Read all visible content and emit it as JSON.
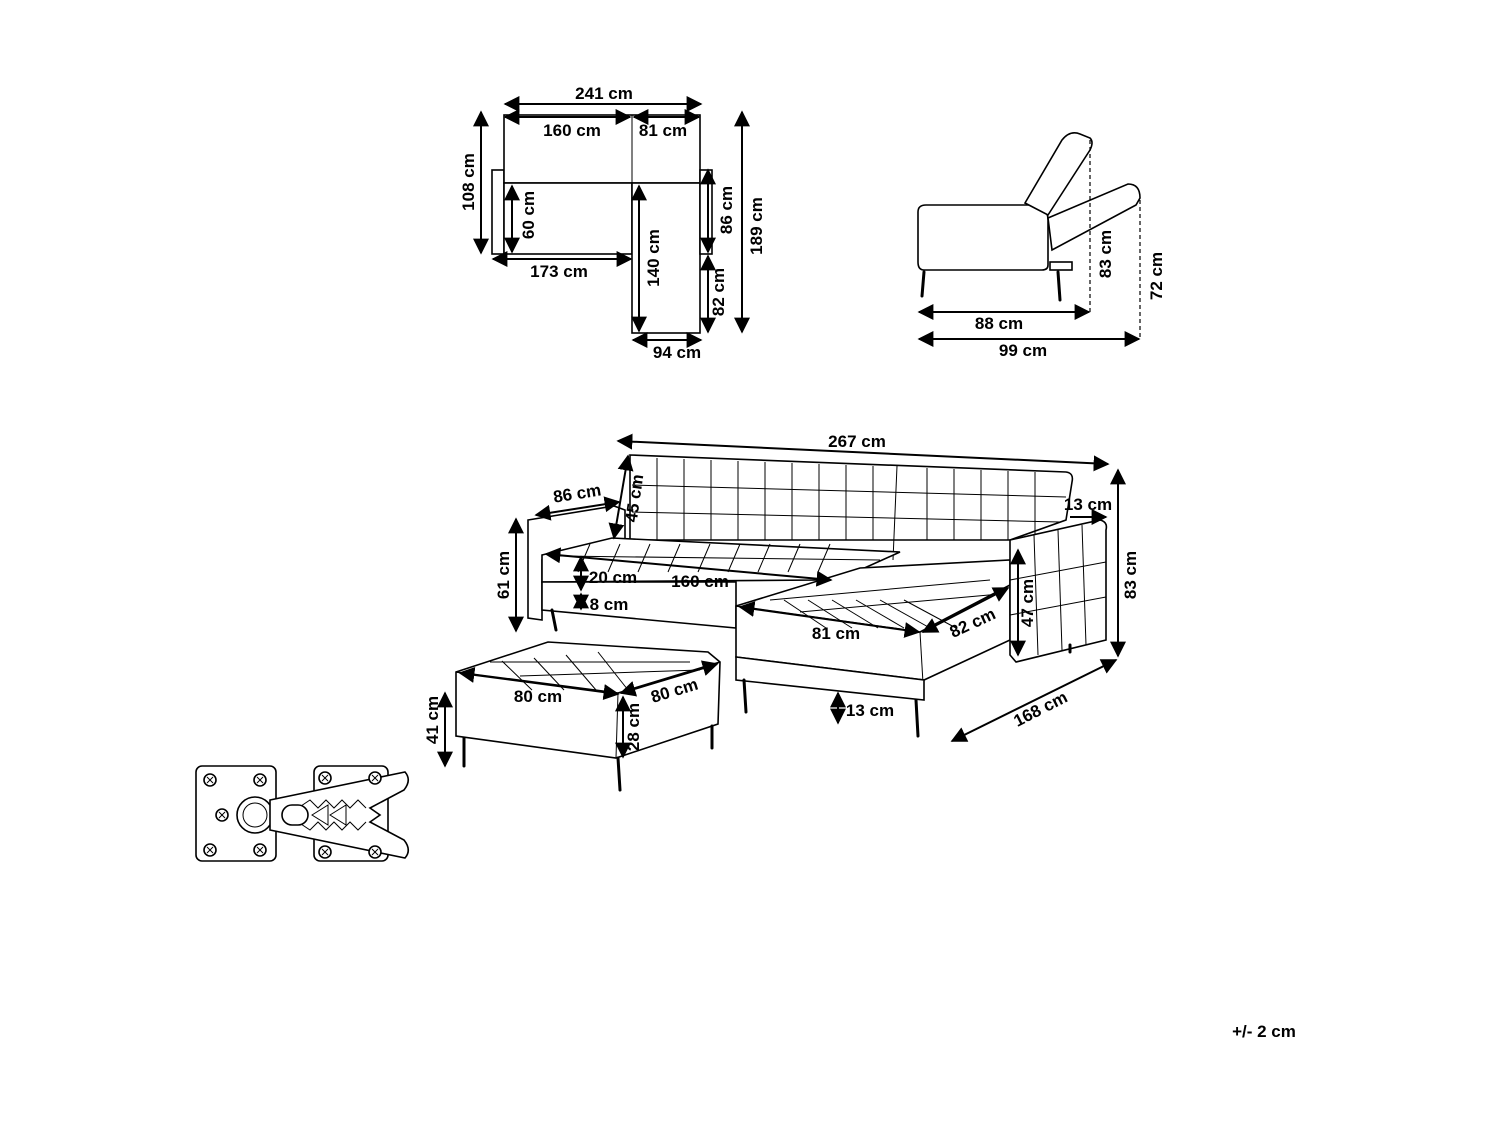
{
  "top_view": {
    "width_total": "241 cm",
    "width_left": "160 cm",
    "width_right": "81 cm",
    "depth_left": "108 cm",
    "seat_depth_left": "60 cm",
    "bottom_width": "173 cm",
    "chaise_length": "140 cm",
    "chaise_upper": "86 cm",
    "chaise_lower": "82 cm",
    "total_depth": "189 cm",
    "chaise_width": "94 cm"
  },
  "side_view": {
    "back_height": "83 cm",
    "recline_height": "72 cm",
    "seat_depth": "88 cm",
    "total_depth": "99 cm"
  },
  "perspective_view": {
    "total_width": "267 cm",
    "armrest_depth": "86 cm",
    "back_height": "45 cm",
    "armrest_width": "13 cm",
    "total_height": "83 cm",
    "arm_height": "61 cm",
    "cushion_height": "20 cm",
    "seat_width": "160 cm",
    "frame_height": "8 cm",
    "chaise_width": "81 cm",
    "chaise_depth": "82 cm",
    "arm_inner_height": "47 cm",
    "leg_height": "13 cm",
    "chaise_length": "168 cm"
  },
  "ottoman": {
    "width": "80 cm",
    "depth": "80 cm",
    "height": "41 cm",
    "cushion_height": "28 cm"
  },
  "tolerance": "+/- 2 cm"
}
